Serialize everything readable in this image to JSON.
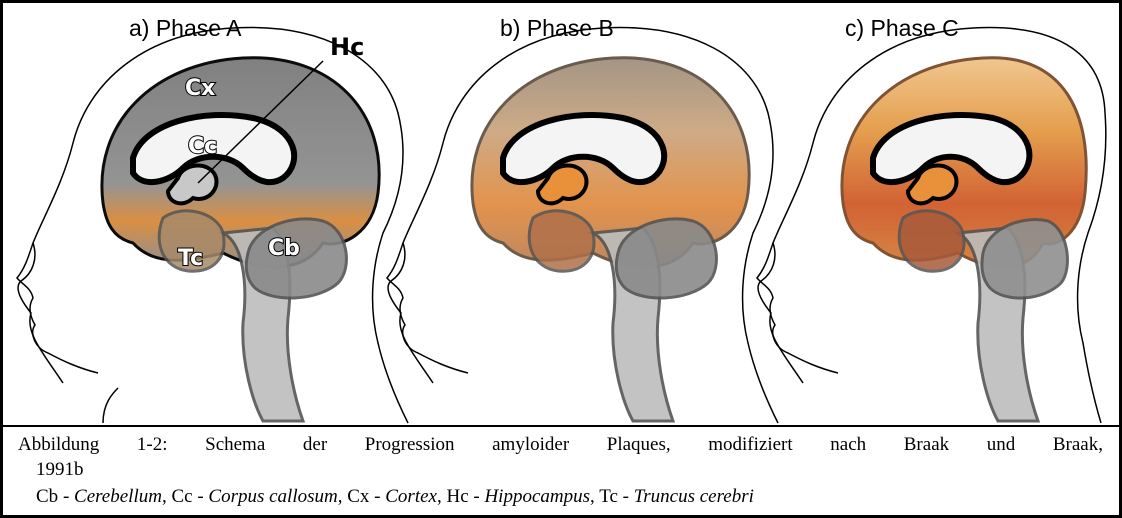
{
  "panels": [
    {
      "title": "a) Phase A"
    },
    {
      "title": "b) Phase B"
    },
    {
      "title": "c) Phase C"
    }
  ],
  "region_labels": {
    "cx": "Cx",
    "cc": "Cc",
    "hc": "Hc",
    "tc": "Tc",
    "cb": "Cb"
  },
  "caption": {
    "line1": "Abbildung 1-2: Schema der Progression amyloider Plaques, modifiziert nach Braak und Braak,",
    "line2": "1991b",
    "legend": [
      {
        "abbr": "Cb",
        "term": "Cerebellum"
      },
      {
        "abbr": "Cc",
        "term": "Corpus callosum"
      },
      {
        "abbr": "Cx",
        "term": "Cortex"
      },
      {
        "abbr": "Hc",
        "term": "Hippocampus"
      },
      {
        "abbr": "Tc",
        "term": "Truncus cerebri"
      }
    ]
  },
  "colors": {
    "phase_a_cortex": "#8a8a8a",
    "phase_b_cortex": "#c99a6a",
    "phase_c_cortex": "#d9823a",
    "plaque_orange": "#e8913a",
    "plaque_red": "#c8502a",
    "brainstem": "#bdbdbd"
  }
}
